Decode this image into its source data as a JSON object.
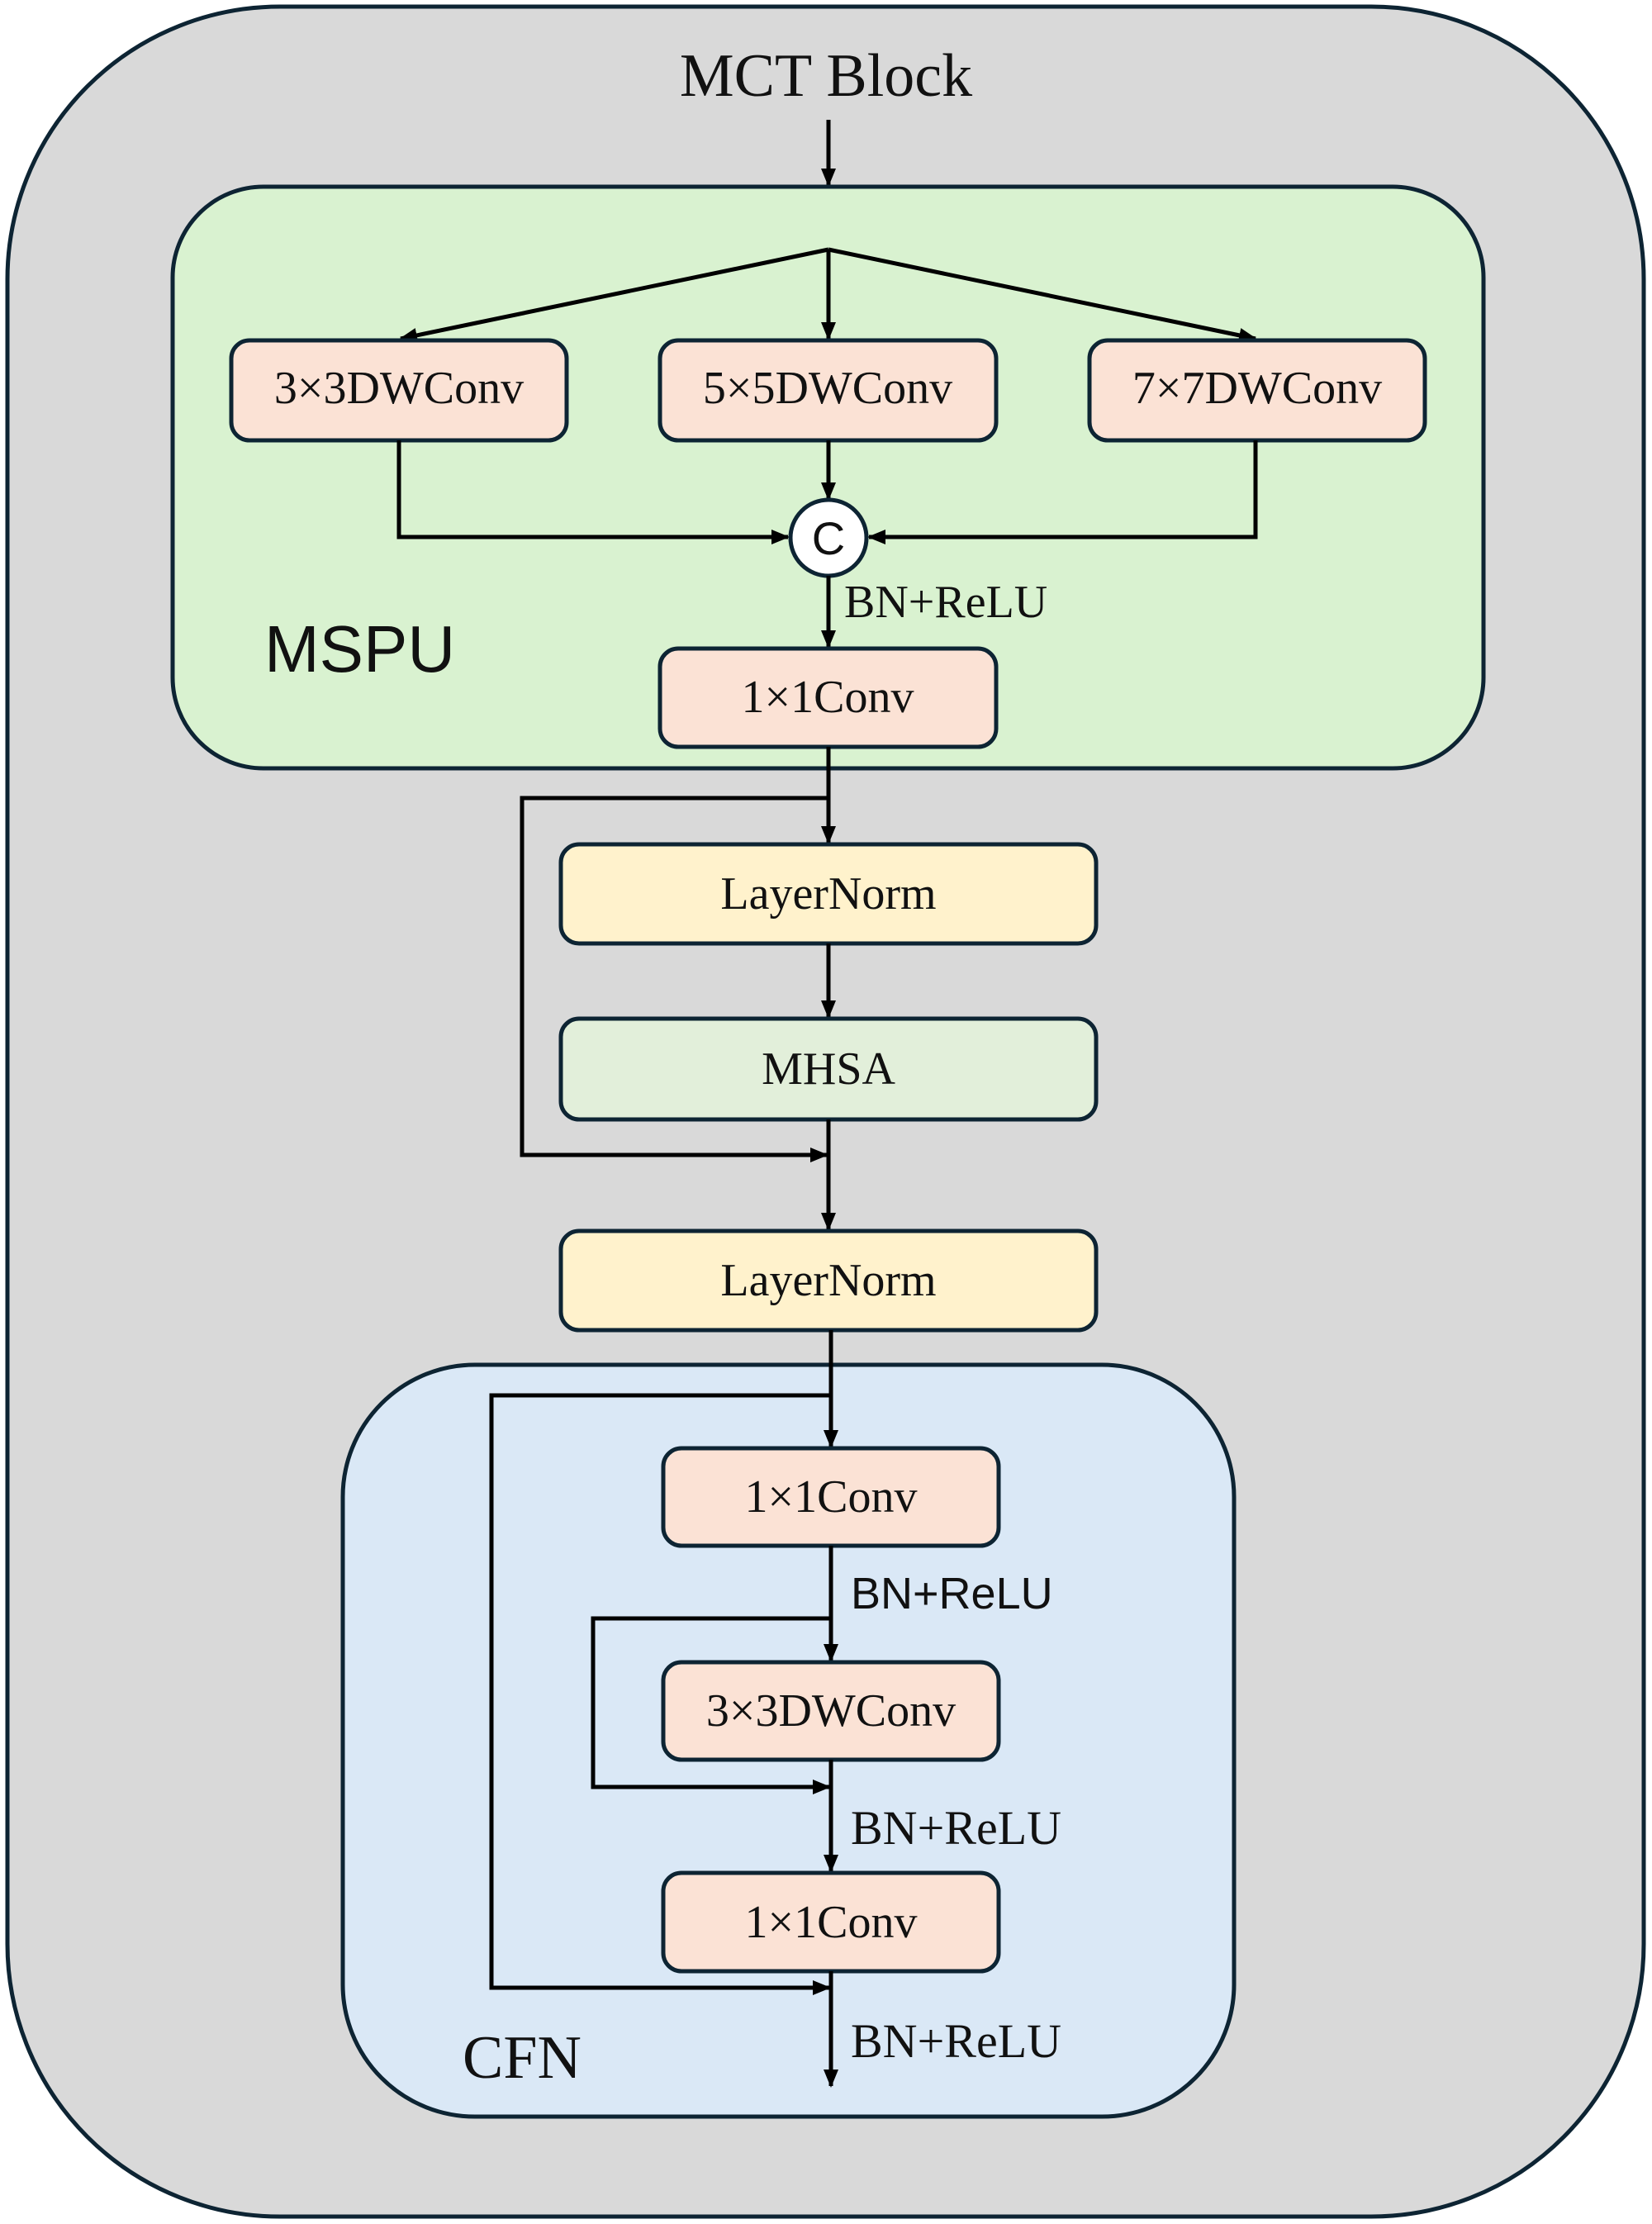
{
  "title": "MCT Block",
  "colors": {
    "outer_fill": "#d9d9d9",
    "mspu_fill": "#d9f2d0",
    "cfn_fill": "#dae8f6",
    "conv_fill": "#fbe2d5",
    "layernorm_fill": "#fff2cc",
    "mhsa_fill": "#e2efda",
    "border": "#0d2433",
    "concat_fill": "#ffffff"
  },
  "mspu": {
    "label": "MSPU",
    "branches": [
      "3×3DWConv",
      "5×5DWConv",
      "7×7DWConv"
    ],
    "concat_symbol": "C",
    "post_concat_label": "BN+ReLU",
    "pointwise": "1×1Conv"
  },
  "transformer": {
    "norm1": "LayerNorm",
    "attention": "MHSA",
    "norm2": "LayerNorm"
  },
  "cfn": {
    "label": "CFN",
    "conv1": "1×1Conv",
    "act1": "BN+ReLU",
    "dwconv": "3×3DWConv",
    "act2": "BN+ReLU",
    "conv2": "1×1Conv",
    "act3": "BN+ReLU"
  }
}
